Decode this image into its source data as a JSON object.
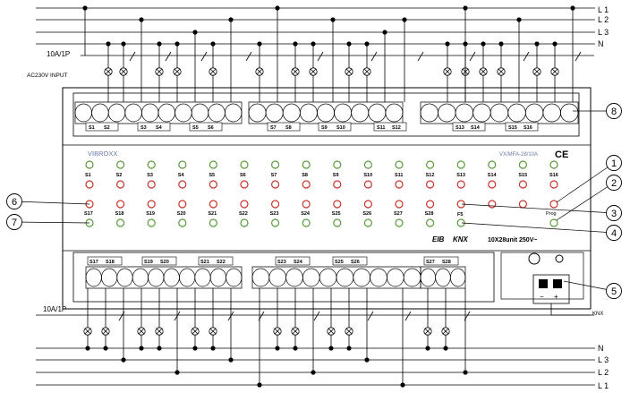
{
  "lines_top": [
    "L 1",
    "L 2",
    "L 3",
    "N"
  ],
  "lines_bottom": [
    "N",
    "L 3",
    "L 2",
    "L 1"
  ],
  "breaker_top": "10A/1P",
  "breaker_bottom": "10A/1P",
  "input_label": "AC230V INPUT",
  "brand": "VIBROXX",
  "model": "VX/MFA-28/10A",
  "ce_mark": "CE",
  "spec": "10X28unit 250V~",
  "eib_logo": "EIB",
  "knx_logo": "KNX",
  "knx_bus_label": "KNX",
  "prog_label": "Prog",
  "f5_label": "F5",
  "channels_upper": [
    "S1",
    "S2",
    "S3",
    "S4",
    "S5",
    "S6",
    "S7",
    "S8",
    "S9",
    "S10",
    "S11",
    "S12",
    "S13",
    "S14",
    "S15",
    "S16"
  ],
  "channels_lower": [
    "S17",
    "S18",
    "S19",
    "S20",
    "S21",
    "S22",
    "S23",
    "S24",
    "S25",
    "S26",
    "S27",
    "S28"
  ],
  "terminal_labels_top": [
    {
      "a": "S1",
      "b": "S2"
    },
    {
      "a": "S3",
      "b": "S4"
    },
    {
      "a": "S5",
      "b": "S6"
    },
    {
      "a": "S7",
      "b": "S8"
    },
    {
      "a": "S9",
      "b": "S10"
    },
    {
      "a": "S11",
      "b": "S12"
    },
    {
      "a": "S13",
      "b": "S14"
    },
    {
      "a": "S15",
      "b": "S16"
    }
  ],
  "terminal_labels_bottom": [
    {
      "a": "S17",
      "b": "S18"
    },
    {
      "a": "S19",
      "b": "S20"
    },
    {
      "a": "S21",
      "b": "S22"
    },
    {
      "a": "S23",
      "b": "S24"
    },
    {
      "a": "S25",
      "b": "S26"
    },
    {
      "a": "S27",
      "b": "S28"
    }
  ],
  "callouts": [
    "1",
    "2",
    "3",
    "4",
    "5",
    "6",
    "7",
    "8"
  ],
  "colors": {
    "led_green": "#5a9a3a",
    "led_red": "#c8322a",
    "brand_text": "#6a7aa8",
    "line": "#000000"
  }
}
